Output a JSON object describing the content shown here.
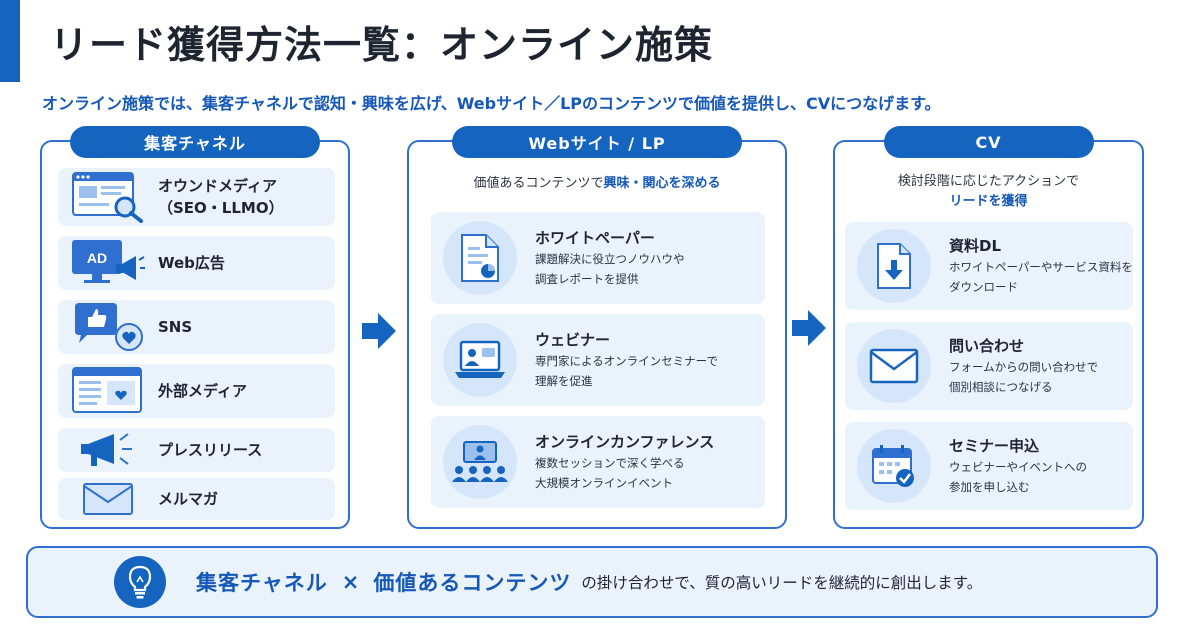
{
  "title": "リード獲得方法一覧：オンライン施策",
  "subtitle": "オンライン施策では、集客チャネルで認知・興味を広げ、Webサイト／LPのコンテンツで価値を提供し、CVにつなげます。",
  "colors": {
    "primary": "#1565c0",
    "card_bg": "#eaf2fc",
    "border": "#2f6fd0",
    "text": "#1e2430"
  },
  "columns": {
    "channels": {
      "label": "集客チャネル",
      "items": [
        {
          "line1": "オウンドメディア",
          "line2": "（SEO・LLMO）",
          "icon": "owned-media-search-icon"
        },
        {
          "line1": "Web広告",
          "icon": "ad-monitor-megaphone-icon",
          "icon_text": "AD"
        },
        {
          "line1": "SNS",
          "icon": "sns-like-heart-bubbles-icon"
        },
        {
          "line1": "外部メディア",
          "icon": "external-media-page-icon"
        },
        {
          "line1": "プレスリリース",
          "icon": "megaphone-icon"
        },
        {
          "line1": "メルマガ",
          "icon": "envelope-icon"
        }
      ]
    },
    "website": {
      "label": "Webサイト / LP",
      "intro_before": "価値あるコンテンツで",
      "intro_highlight": "興味・関心を深める",
      "cards": [
        {
          "title": "ホワイトペーパー",
          "desc1": "課題解決に役立つノウハウや",
          "desc2": "調査レポートを提供",
          "icon": "document-chart-icon"
        },
        {
          "title": "ウェビナー",
          "desc1": "専門家によるオンラインセミナーで",
          "desc2": "理解を促進",
          "icon": "laptop-presenter-icon"
        },
        {
          "title": "オンラインカンファレンス",
          "desc1": "複数セッションで深く学べる",
          "desc2": "大規模オンラインイベント",
          "icon": "conference-audience-icon"
        }
      ]
    },
    "cv": {
      "label": "CV",
      "intro_line1": "検討段階に応じたアクションで",
      "intro_highlight": "リードを獲得",
      "cards": [
        {
          "title": "資料DL",
          "desc1": "ホワイトペーパーやサービス資料を",
          "desc2": "ダウンロード",
          "icon": "document-download-icon"
        },
        {
          "title": "問い合わせ",
          "desc1": "フォームからの問い合わせで",
          "desc2": "個別相談につなげる",
          "icon": "envelope-icon"
        },
        {
          "title": "セミナー申込",
          "desc1": "ウェビナーやイベントへの",
          "desc2": "参加を申し込む",
          "icon": "calendar-check-icon"
        }
      ]
    }
  },
  "arrows": [
    "arrow-right-icon",
    "arrow-right-icon"
  ],
  "bottom": {
    "strong_left": "集客チャネル",
    "times": "×",
    "strong_right": "価値あるコンテンツ",
    "rest": "の掛け合わせで、質の高いリードを継続的に創出します。",
    "icon": "lightbulb-icon"
  }
}
